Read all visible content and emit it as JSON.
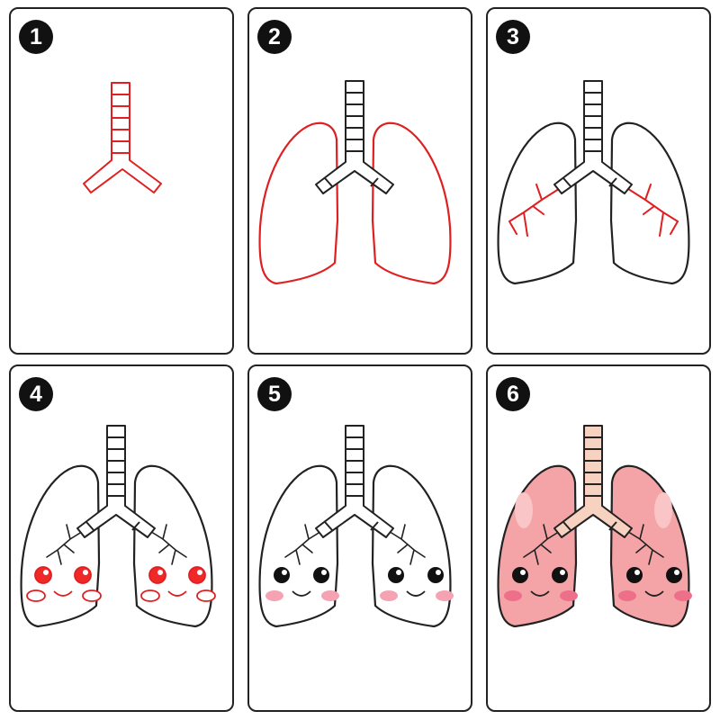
{
  "steps": [
    {
      "number": "1"
    },
    {
      "number": "2"
    },
    {
      "number": "3"
    },
    {
      "number": "4"
    },
    {
      "number": "5"
    },
    {
      "number": "6"
    }
  ],
  "colors": {
    "outline": "#222222",
    "highlight": "#e02020",
    "badge": "#111111",
    "lung_fill": "#f4a4a7",
    "trachea_fill": "#f8d2c0",
    "cheek_pink": "#f5a3b2",
    "eye_red": "#f02828"
  },
  "icons": [
    "trachea-icon",
    "lungs-icon",
    "bronchi-icon",
    "face-icon"
  ]
}
